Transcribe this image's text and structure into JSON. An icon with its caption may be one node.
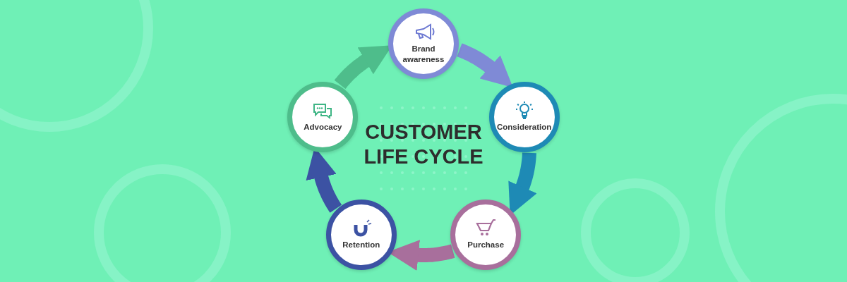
{
  "diagram": {
    "title": "CUSTOMER LIFE CYCLE",
    "nodes": [
      {
        "text": [
          "Brand awareness"
        ]
      },
      {
        "text": [
          "Consideration"
        ]
      },
      {
        "text": [
          "Purchase"
        ]
      },
      {
        "text": [
          "Retention"
        ]
      },
      {
        "text": [
          "Advocacy"
        ]
      }
    ],
    "edges": [
      {
        "from": 0,
        "to": 1,
        "arrow": "to",
        "color": "#7f8ad6"
      },
      {
        "from": 1,
        "to": 2,
        "arrow": "to",
        "color": "#1e8ab5"
      },
      {
        "from": 2,
        "to": 3,
        "arrow": "to",
        "color": "#a86f9c"
      },
      {
        "from": 3,
        "to": 4,
        "arrow": "to",
        "color": "#3c52a3"
      },
      {
        "from": 4,
        "to": 0,
        "arrow": "to",
        "color": "#4ebd8b"
      }
    ]
  }
}
